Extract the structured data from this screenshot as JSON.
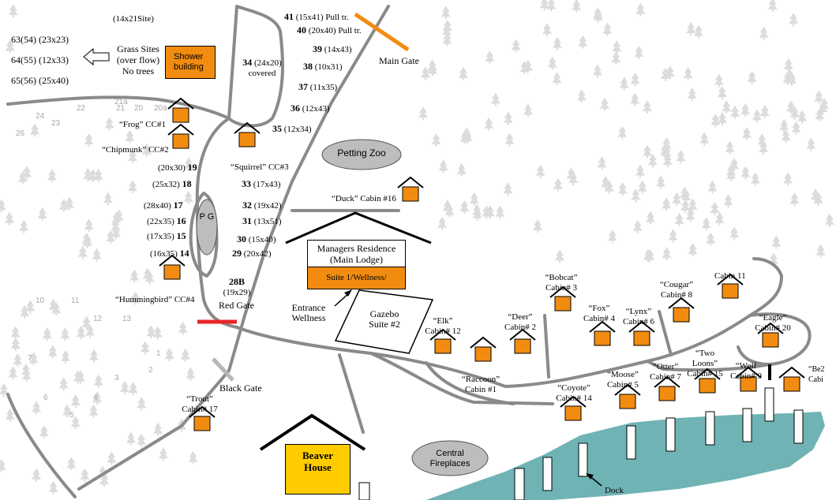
{
  "colors": {
    "road": "#8a8a8a",
    "cabin_fill": "#f28c10",
    "lake": "#6fb3b5",
    "beaver_house": "#ffcc00",
    "red_gate": "#e8242a",
    "main_gate": "#f28c10",
    "black_gate": "#b7b7b7",
    "oval": "#bdbdbd",
    "tree": "#d9d9d9"
  },
  "sites_left": {
    "header": "(14x21Site)",
    "s63": "63(54) (23x23)",
    "s64": "64(55) (12x33)",
    "s65": "65(56) (25x40)",
    "grass_line1": "Grass Sites",
    "grass_line2": "(over flow)",
    "grass_line3": "No trees"
  },
  "buildings": {
    "shower_line1": "Shower",
    "shower_line2": "building",
    "petting_zoo": "Petting Zoo",
    "pg": "P G",
    "managers_line1": "Managers Residence",
    "managers_line2": "(Main Lodge)",
    "suite1": "Suite 1/Wellness/",
    "gazebo_line1": "Gazebo",
    "gazebo_line2": "Suite #2",
    "entrance_line1": "Entrance",
    "entrance_line2": "Wellness",
    "beaver_line1": "Beaver",
    "beaver_line2": "House",
    "central_line1": "Central",
    "central_line2": "Fireplaces",
    "dock": "Dock"
  },
  "gates": {
    "main": "Main Gate",
    "red": "Red Gate",
    "black": "Black Gate"
  },
  "sites_right": [
    {
      "num": "41",
      "size": "(15x41) Pull tr."
    },
    {
      "num": "40",
      "size": "(20x40) Pull tr."
    },
    {
      "num": "39",
      "size": "(14x43)"
    },
    {
      "num": "38",
      "size": "(10x31)"
    },
    {
      "num": "37",
      "size": "(11x35)"
    },
    {
      "num": "36",
      "size": "(12x43)"
    },
    {
      "num": "35",
      "size": "(12x34)"
    }
  ],
  "site34": {
    "num": "34",
    "size": "(24x20)",
    "note": "covered"
  },
  "sites_mid": [
    {
      "num": "33",
      "size": "(17x43)"
    },
    {
      "num": "32",
      "size": "(19x42)"
    },
    {
      "num": "31",
      "size": "(13x51)"
    },
    {
      "num": "30",
      "size": "(15x40)"
    },
    {
      "num": "29",
      "size": "(20x42)"
    }
  ],
  "site28b": {
    "num": "28B",
    "size": "(19x29)"
  },
  "sites_loop": [
    {
      "size": "(20x30)",
      "num": "19"
    },
    {
      "size": "(25x32)",
      "num": "18"
    },
    {
      "size": "(28x40)",
      "num": "17"
    },
    {
      "size": "(22x35)",
      "num": "16"
    },
    {
      "size": "(17x35)",
      "num": "15"
    },
    {
      "size": "(16x35)",
      "num": "14"
    }
  ],
  "faint_sites": [
    "21a",
    "22",
    "21",
    "20",
    "20a",
    "24",
    "23",
    "26",
    "10",
    "11",
    "12",
    "13",
    "1",
    "2",
    "3",
    "4",
    "5",
    "6",
    "7"
  ],
  "cabins": {
    "frog": "“Frog” CC#1",
    "chipmunk": "“Chipmunk” CC#2",
    "squirrel": "“Squirrel” CC#3",
    "hummingbird": "“Hummingbird” CC#4",
    "duck": "“Duck” Cabin #16",
    "trout_l1": "“Trout”",
    "trout_l2": "Cabin# 17",
    "elk_l1": "“Elk”",
    "elk_l2": "Cabin# 12",
    "raccoon_l1": "“Raccoon”",
    "raccoon_l2": "Cabin #1",
    "deer_l1": "“Deer”",
    "deer_l2": "Cabin# 2",
    "bobcat_l1": "“Bobcat”",
    "bobcat_l2": "Cabin# 3",
    "fox_l1": "“Fox”",
    "fox_l2": "Cabin# 4",
    "lynx_l1": "“Lynx”",
    "lynx_l2": "Cabin# 6",
    "cougar_l1": "“Cougar”",
    "cougar_l2": "Cabin# 8",
    "cabin11": "Cabin 11",
    "eagle_l1": "“Eagle”",
    "eagle_l2": "Cabin# 20",
    "coyote_l1": "“Coyote”",
    "coyote_l2": "Cabin# 14",
    "moose_l1": "“Moose”",
    "moose_l2": "Cabin# 5",
    "otter_l1": "“Otter”",
    "otter_l2": "Cabin# 7",
    "twoloons_l1": "“Two",
    "twoloons_l2": "Loons”",
    "twoloons_l3": "Cabin# 15",
    "wolf_l1": "“Wolf",
    "wolf_l2": "Cabin# 9",
    "edge_l1": "“Be2",
    "edge_l2": "Cabi"
  }
}
